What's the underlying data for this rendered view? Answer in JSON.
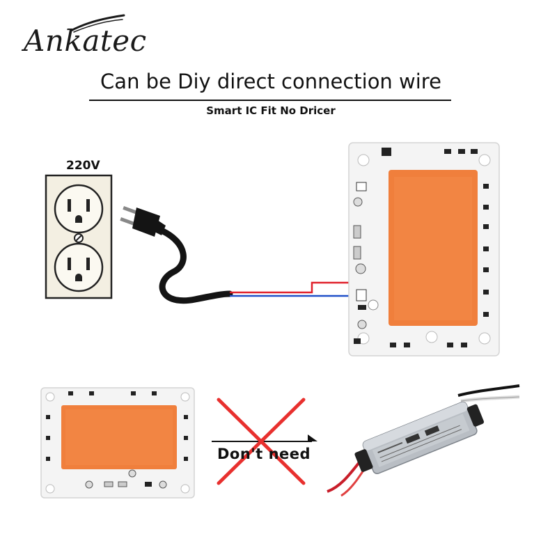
{
  "brand": {
    "name": "Ankatec"
  },
  "headline": "Can be Diy direct connection wire",
  "subheadline": "Smart IC Fit No Dricer",
  "outlet": {
    "voltage_label": "220V"
  },
  "no_driver": {
    "label": "Don't need"
  },
  "colors": {
    "led_orange": "#F07F3C",
    "board_white": "#F4F4F4",
    "wire_red": "#E0202A",
    "wire_blue": "#1F4FC8",
    "cross_red": "#E8302E",
    "driver_silver": "#B9BEC4"
  }
}
